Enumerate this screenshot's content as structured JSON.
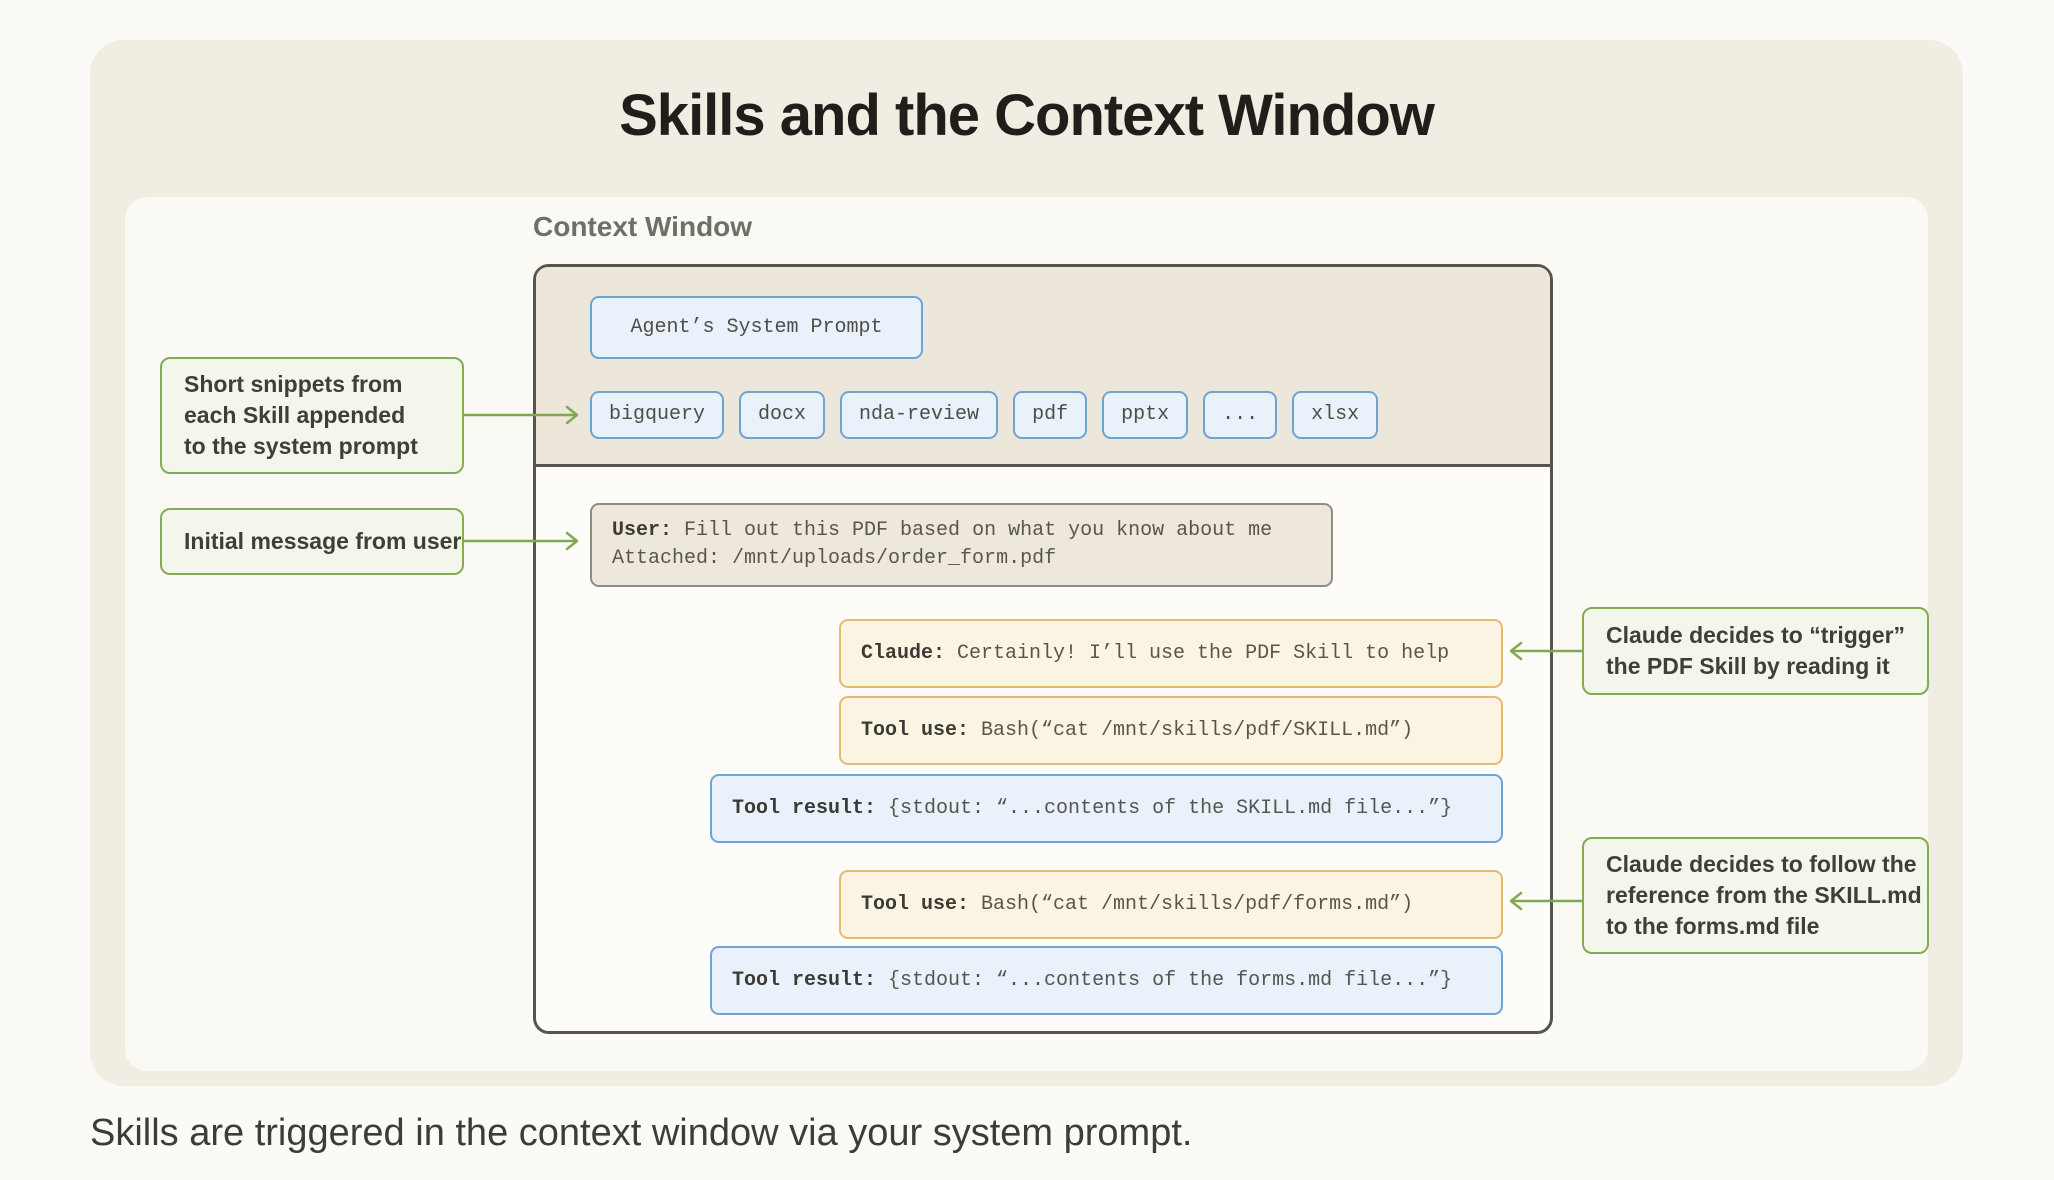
{
  "title": "Skills and the Context Window",
  "caption": "Skills are triggered in the context window via your system prompt.",
  "colors": {
    "card_bg": "#F0EDE3",
    "panel_bg": "#FAF9F4",
    "top_section_bg": "#ECE7DA",
    "diagram_border": "#56544B",
    "blue_accent": "#6FA3D3",
    "blue_bg": "#E9F1FA",
    "orange_accent": "#E3BA72",
    "orange_bg": "#FCF4E3",
    "green_accent": "#83AB54",
    "green_bg": "#F3F7EB",
    "user_box_bg": "#EDE8DB",
    "user_box_border": "#8E8D7F"
  },
  "context_window": {
    "label": "Context Window",
    "system_prompt_label": "Agent’s System Prompt",
    "skills": [
      "bigquery",
      "docx",
      "nda-review",
      "pdf",
      "pptx",
      "...",
      "xlsx"
    ],
    "messages": {
      "user": {
        "label": "User:",
        "text": "Fill out this PDF based on what you know about me",
        "attachment": "Attached: /mnt/uploads/order_form.pdf"
      },
      "claude": {
        "label": "Claude:",
        "text": "Certainly! I’ll use the PDF Skill to help"
      },
      "tool_use_1": {
        "label": "Tool use:",
        "text": "Bash(“cat /mnt/skills/pdf/SKILL.md”)"
      },
      "tool_result_1": {
        "label": "Tool result:",
        "text": "{stdout: “...contents of the SKILL.md file...”}"
      },
      "tool_use_2": {
        "label": "Tool use:",
        "text": "Bash(“cat /mnt/skills/pdf/forms.md”)"
      },
      "tool_result_2": {
        "label": "Tool result:",
        "text": "{stdout: “...contents of the forms.md file...”}"
      }
    }
  },
  "annotations": {
    "left1": {
      "lines": [
        "Short snippets from",
        "each Skill appended",
        "to the system prompt"
      ]
    },
    "left2": {
      "lines": [
        "Initial message from user"
      ]
    },
    "right1": {
      "lines": [
        "Claude decides to “trigger”",
        "the PDF Skill by reading it"
      ]
    },
    "right2": {
      "lines": [
        "Claude decides to follow the",
        "reference from the SKILL.md",
        "to the forms.md file"
      ]
    }
  }
}
